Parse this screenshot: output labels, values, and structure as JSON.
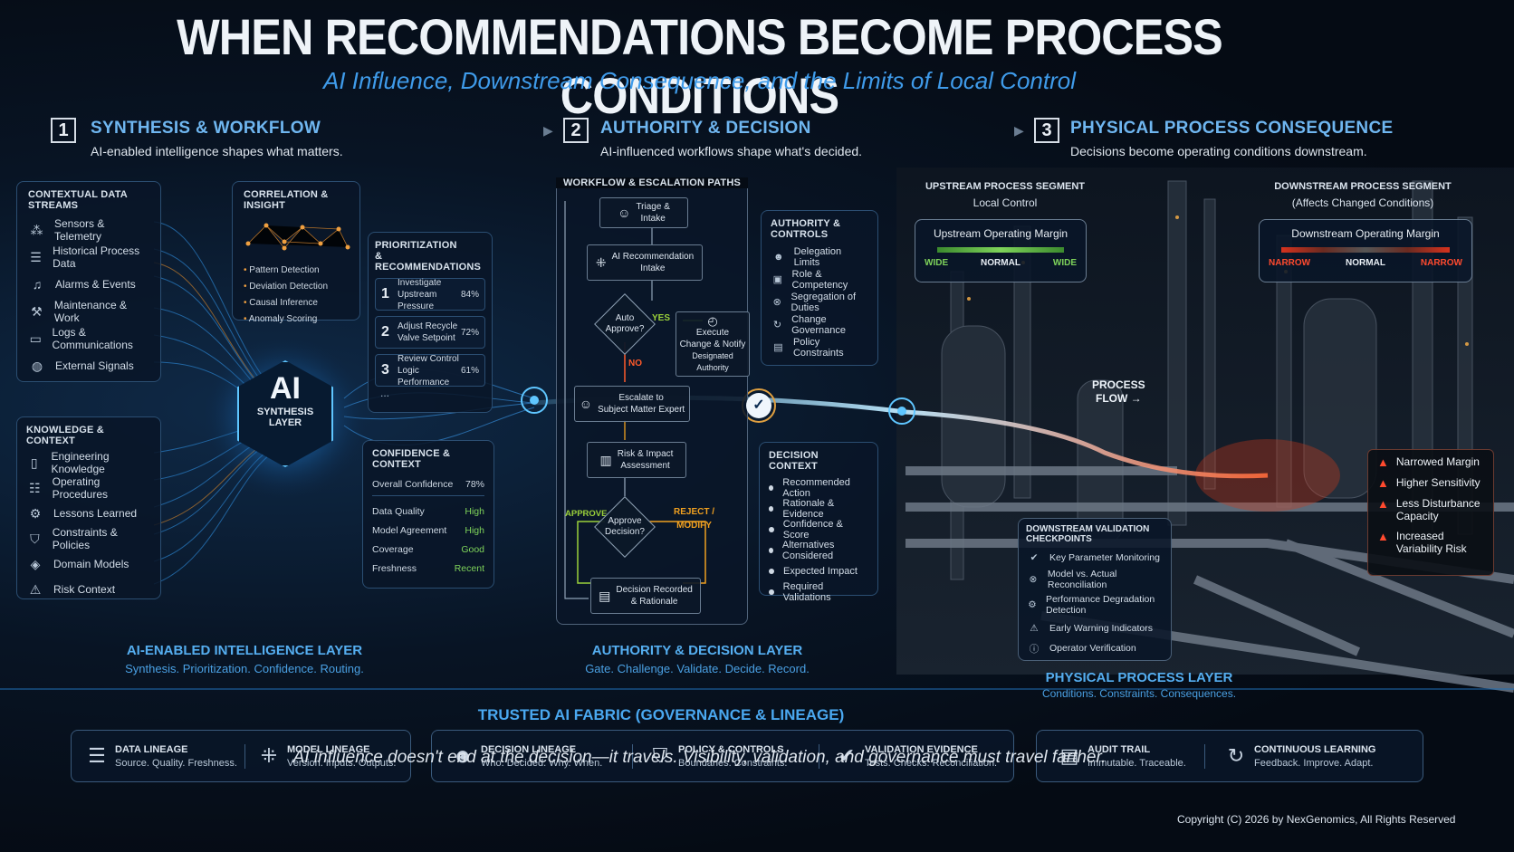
{
  "header": {
    "title": "WHEN RECOMMENDATIONS BECOME PROCESS CONDITIONS",
    "subtitle": "AI Influence, Downstream Consequence, and the Limits of Local Control"
  },
  "sections": [
    {
      "num": "1",
      "title": "SYNTHESIS & WORKFLOW",
      "subtitle": "AI-enabled intelligence shapes what matters."
    },
    {
      "num": "2",
      "title": "AUTHORITY & DECISION",
      "subtitle": "AI-influenced workflows shape what's decided."
    },
    {
      "num": "3",
      "title": "PHYSICAL PROCESS CONSEQUENCE",
      "subtitle": "Decisions become operating conditions downstream."
    }
  ],
  "contextual": {
    "title": "CONTEXTUAL DATA STREAMS",
    "items": [
      {
        "label": "Sensors & Telemetry",
        "icon": "sensor-icon"
      },
      {
        "label": "Historical Process Data",
        "icon": "database-icon"
      },
      {
        "label": "Alarms & Events",
        "icon": "bell-icon"
      },
      {
        "label": "Maintenance & Work",
        "icon": "wrench-icon"
      },
      {
        "label": "Logs & Communications",
        "icon": "chat-icon"
      },
      {
        "label": "External Signals",
        "icon": "globe-icon"
      }
    ]
  },
  "knowledge": {
    "title": "KNOWLEDGE & CONTEXT",
    "items": [
      {
        "label": "Engineering Knowledge",
        "icon": "book-icon"
      },
      {
        "label": "Operating Procedures",
        "icon": "list-icon"
      },
      {
        "label": "Lessons Learned",
        "icon": "gear-icon"
      },
      {
        "label": "Constraints & Policies",
        "icon": "shield-icon"
      },
      {
        "label": "Domain Models",
        "icon": "cube-icon"
      },
      {
        "label": "Risk Context",
        "icon": "warning-icon"
      }
    ]
  },
  "correlation": {
    "title": "CORRELATION & INSIGHT",
    "items": [
      "Pattern Detection",
      "Deviation Detection",
      "Causal Inference",
      "Anomaly Scoring"
    ]
  },
  "ai": {
    "big": "AI",
    "l1": "SYNTHESIS",
    "l2": "LAYER"
  },
  "prioritization": {
    "title1": "PRIORITIZATION",
    "title2": "& RECOMMENDATIONS",
    "items": [
      {
        "n": "1",
        "l1": "Investigate",
        "l2": "Upstream Pressure",
        "pct": "84%"
      },
      {
        "n": "2",
        "l1": "Adjust Recycle",
        "l2": "Valve Setpoint",
        "pct": "72%"
      },
      {
        "n": "3",
        "l1": "Review Control",
        "l2": "Logic Performance",
        "pct": "61%"
      }
    ],
    "more": "..."
  },
  "confidence": {
    "title": "CONFIDENCE & CONTEXT",
    "overall_label": "Overall Confidence",
    "overall_value": "78%",
    "rows": [
      {
        "label": "Data Quality",
        "value": "High"
      },
      {
        "label": "Model Agreement",
        "value": "High"
      },
      {
        "label": "Coverage",
        "value": "Good"
      },
      {
        "label": "Freshness",
        "value": "Recent"
      }
    ]
  },
  "layer1": {
    "title": "AI-ENABLED INTELLIGENCE LAYER",
    "subtitle": "Synthesis. Prioritization. Confidence. Routing."
  },
  "workflow": {
    "title": "WORKFLOW & ESCALATION PATHS",
    "triage1": "Triage &",
    "triage2": "Intake",
    "rec1": "AI Recommendation",
    "rec2": "Intake",
    "auto1": "Auto",
    "auto2": "Approve?",
    "yes": "YES",
    "no": "NO",
    "exec1": "Execute",
    "exec2": "Change & Notify",
    "exec3": "Designated Authority",
    "esc1": "Escalate to",
    "esc2": "Subject Matter Expert",
    "risk1": "Risk & Impact",
    "risk2": "Assessment",
    "approve_label": "APPROVE",
    "appr1": "Approve",
    "appr2": "Decision?",
    "reject1": "REJECT /",
    "reject2": "MODIFY",
    "rec_dec1": "Decision Recorded",
    "rec_dec2": "& Rationale"
  },
  "authority": {
    "title": "AUTHORITY & CONTROLS",
    "items": [
      {
        "label": "Delegation Limits",
        "icon": "users-icon"
      },
      {
        "label": "Role & Competency",
        "icon": "id-icon"
      },
      {
        "label": "Segregation of Duties",
        "icon": "split-icon"
      },
      {
        "label": "Change Governance",
        "icon": "cycle-icon"
      },
      {
        "label": "Policy Constraints",
        "icon": "document-icon"
      }
    ]
  },
  "decision_context": {
    "title": "DECISION CONTEXT",
    "items": [
      "Recommended Action",
      "Rationale & Evidence",
      "Confidence & Score",
      "Alternatives Considered",
      "Expected Impact",
      "Required Validations"
    ]
  },
  "layer2": {
    "title": "AUTHORITY & DECISION LAYER",
    "subtitle": "Gate. Challenge. Validate. Decide. Record."
  },
  "upstream": {
    "seg1": "UPSTREAM PROCESS SEGMENT",
    "seg2": "Local Control",
    "title": "Upstream Operating Margin",
    "left": "WIDE",
    "mid": "NORMAL",
    "right": "WIDE"
  },
  "downstream": {
    "seg1": "DOWNSTREAM PROCESS SEGMENT",
    "seg2": "(Affects Changed Conditions)",
    "title": "Downstream Operating Margin",
    "left": "NARROW",
    "mid": "NORMAL",
    "right": "NARROW"
  },
  "flow": {
    "l1": "PROCESS",
    "l2": "FLOW"
  },
  "warnings": [
    "Narrowed Margin",
    "Higher Sensitivity",
    "Less Disturbance Capacity",
    "Increased Variability Risk"
  ],
  "checkpoints": {
    "title": "DOWNSTREAM VALIDATION CHECKPOINTS",
    "items": [
      "Key Parameter Monitoring",
      "Model vs. Actual Reconciliation",
      "Performance Degradation Detection",
      "Early Warning Indicators",
      "Operator Verification"
    ]
  },
  "layer3": {
    "title": "PHYSICAL PROCESS LAYER",
    "subtitle": "Conditions. Constraints. Consequences."
  },
  "fabric": {
    "title": "TRUSTED AI FABRIC (GOVERNANCE & LINEAGE)",
    "items": [
      {
        "h": "DATA LINEAGE",
        "s": "Source. Quality. Freshness.",
        "icon": "database-icon"
      },
      {
        "h": "MODEL LINEAGE",
        "s": "Version. Inputs. Outputs.",
        "icon": "network-icon"
      },
      {
        "h": "DECISION LINEAGE",
        "s": "Who. Decided. Why. When.",
        "icon": "people-icon"
      },
      {
        "h": "POLICY & CONTROLS",
        "s": "Boundaries. Constraints.",
        "icon": "shield-check-icon"
      },
      {
        "h": "VALIDATION EVIDENCE",
        "s": "Tests. Checks. Reconciliation.",
        "icon": "check-circle-icon"
      },
      {
        "h": "AUDIT TRAIL",
        "s": "Immutable. Traceable.",
        "icon": "audit-icon"
      },
      {
        "h": "CONTINUOUS LEARNING",
        "s": "Feedback. Improve. Adapt.",
        "icon": "refresh-icon"
      }
    ]
  },
  "footer": {
    "quote": "AI influence doesn't end at the decision—it travels. Visibility, validation, and governance must travel farther.",
    "copyright": "Copyright (C) 2026 by NexGenomics, All Rights Reserved"
  },
  "colors": {
    "accent": "#3f9bea",
    "good": "#7ed35a",
    "warn": "#ff4a2e",
    "yes": "#9bd13a",
    "no": "#ff5a2a",
    "reject": "#f0a020"
  }
}
